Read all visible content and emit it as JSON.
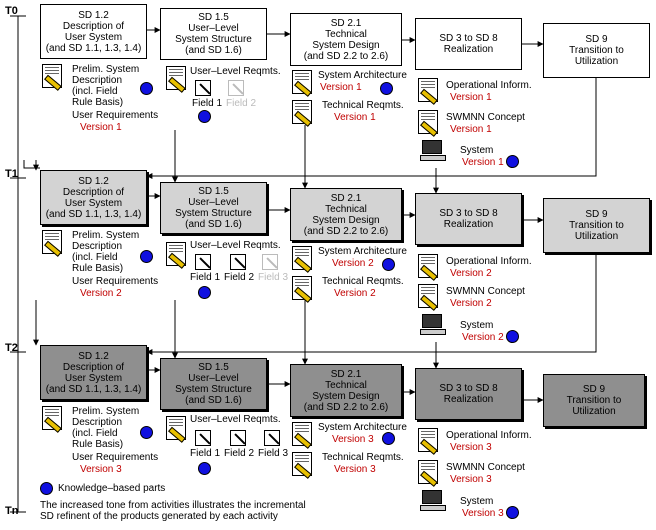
{
  "timeline": [
    "T0",
    "T1",
    "T2",
    "Tn"
  ],
  "rows": [
    {
      "time": "T0",
      "sd12": "SD 1.2\nDescription of\nUser System\n(and SD 1.1, 1.3, 1.4)",
      "sd15": "SD 1.5\nUser–Level\nSystem Structure\n(and SD 1.6)",
      "sd21": "SD 2.1\nTechnical\nSystem Design\n(and SD 2.2 to 2.6)",
      "sd38": "SD 3 to SD 8\nRealization",
      "sd9": "SD 9\nTransition to\nUtilization",
      "prelim": "Prelim. System\nDescription\n(incl. Field\nRule Basis)",
      "user_req": "User Requirements",
      "user_req_ver": "Version 1",
      "ulr": "User–Level Reqmts.",
      "fields": [
        "Field 1",
        "Field 2"
      ],
      "arch": "System Architecture",
      "arch_ver": "Version 1",
      "tech": "Technical Reqmts.",
      "tech_ver": "Version 1",
      "opinfo": "Operational Inform.",
      "opinfo_ver": "Version 1",
      "swmnn": "SWMNN Concept",
      "swmnn_ver": "Version 1",
      "system": "System",
      "system_ver": "Version 1"
    },
    {
      "time": "T1",
      "sd12": "SD 1.2\nDescription of\nUser System\n(and SD 1.1, 1.3, 1.4)",
      "sd15": "SD 1.5\nUser–Level\nSystem Structure\n(and SD 1.6)",
      "sd21": "SD 2.1\nTechnical\nSystem Design\n(and SD 2.2 to 2.6)",
      "sd38": "SD 3 to SD 8\nRealization",
      "sd9": "SD 9\nTransition to\nUtilization",
      "prelim": "Prelim. System\nDescription\n(incl. Field\nRule Basis)",
      "user_req": "User Requirements",
      "user_req_ver": "Version 2",
      "ulr": "User–Level Reqmts.",
      "fields": [
        "Field 1",
        "Field 2",
        "Field 3"
      ],
      "arch": "System Architecture",
      "arch_ver": "Version 2",
      "tech": "Technical Reqmts.",
      "tech_ver": "Version 2",
      "opinfo": "Operational Inform.",
      "opinfo_ver": "Version 2",
      "swmnn": "SWMNN Concept",
      "swmnn_ver": "Version 2",
      "system": "System",
      "system_ver": "Version 2"
    },
    {
      "time": "T2",
      "sd12": "SD 1.2\nDescription of\nUser System\n(and SD 1.1, 1.3, 1.4)",
      "sd15": "SD 1.5\nUser–Level\nSystem Structure\n(and SD 1.6)",
      "sd21": "SD 2.1\nTechnical\nSystem Design\n(and SD 2.2 to 2.6)",
      "sd38": "SD 3 to SD 8\nRealization",
      "sd9": "SD 9\nTransition to\nUtilization",
      "prelim": "Prelim. System\nDescription\n(incl. Field\nRule Basis)",
      "user_req": "User Requirements",
      "user_req_ver": "Version 3",
      "ulr": "User–Level Reqmts.",
      "fields": [
        "Field 1",
        "Field 2",
        "Field 3"
      ],
      "arch": "System Architecture",
      "arch_ver": "Version 3",
      "tech": "Technical Reqmts.",
      "tech_ver": "Version 3",
      "opinfo": "Operational Inform.",
      "opinfo_ver": "Version 3",
      "swmnn": "SWMNN Concept",
      "swmnn_ver": "Version 3",
      "system": "System",
      "system_ver": "Version 3"
    }
  ],
  "legend": "Knowledge–based parts",
  "caption": "The increased tone from activities illustrates the incremental\nSD refinent of the products generated by each activity",
  "colors": {
    "version": "#c00000",
    "knowledge_dot": "#1010e0",
    "tone_t0": "#ffffff",
    "tone_t1": "#d3d3d3",
    "tone_t2": "#8f8f8f"
  }
}
